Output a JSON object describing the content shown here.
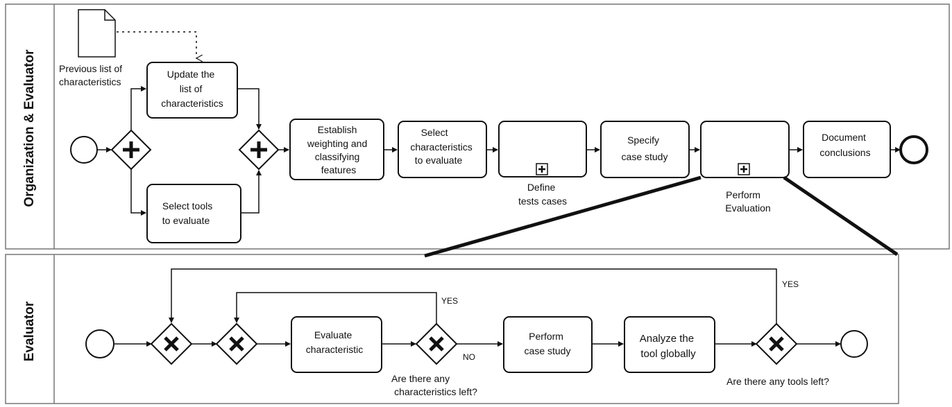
{
  "pools": [
    {
      "title": "Organization & Evaluator"
    },
    {
      "title": "Evaluator"
    }
  ],
  "top": {
    "document_label": [
      "Previous list of",
      "characteristics"
    ],
    "tasks": {
      "update": [
        "Update the",
        "list of",
        "characteristics"
      ],
      "select_tools": [
        "Select  tools",
        "to evaluate"
      ],
      "establish": [
        "Establish",
        "weighting and",
        "classifying",
        "features"
      ],
      "select_chars": [
        "Select",
        "characteristics",
        "to evaluate"
      ],
      "define": [
        "Define",
        "tests cases"
      ],
      "specify": [
        "Specify",
        "case study"
      ],
      "perform_eval": [
        "Perform",
        "Evaluation"
      ],
      "document": [
        "Document",
        "conclusions"
      ]
    }
  },
  "bottom": {
    "tasks": {
      "evaluate": [
        "Evaluate",
        "characteristic"
      ],
      "perform_case": [
        "Perform",
        "case study"
      ],
      "analyze": [
        "Analyze the",
        "tool globally"
      ]
    },
    "labels": {
      "yes_inner": "YES",
      "yes_outer": "YES",
      "no": "NO",
      "q_chars": [
        "Are there any",
        "characteristics left?"
      ],
      "q_tools": "Are there any tools left?"
    }
  }
}
